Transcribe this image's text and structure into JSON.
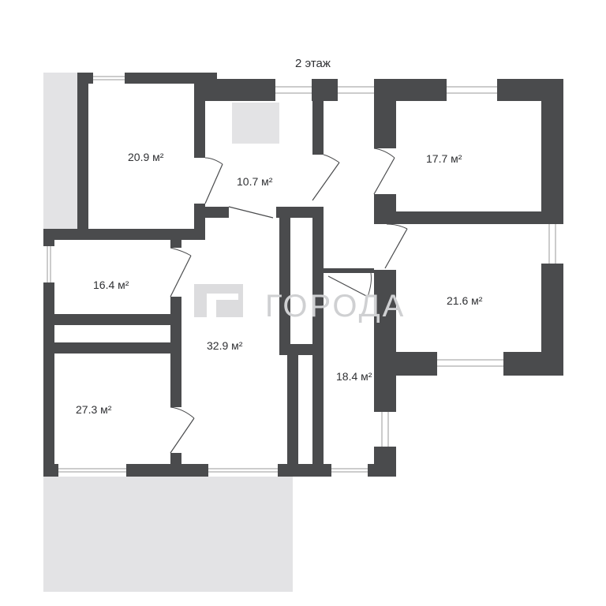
{
  "floor_title": "2 этаж",
  "watermark": "ГОРОДА",
  "rooms": [
    {
      "area": "20.9 м²"
    },
    {
      "area": "10.7 м²"
    },
    {
      "area": "17.7 м²"
    },
    {
      "area": "16.4 м²"
    },
    {
      "area": "21.6 м²"
    },
    {
      "area": "32.9 м²"
    },
    {
      "area": "18.4 м²"
    },
    {
      "area": "27.3 м²"
    }
  ],
  "colors": {
    "wall": "#4a4b4d",
    "terrace": "#e3e3e5",
    "watermark": "#cfd0d2",
    "text": "#2f3033"
  }
}
